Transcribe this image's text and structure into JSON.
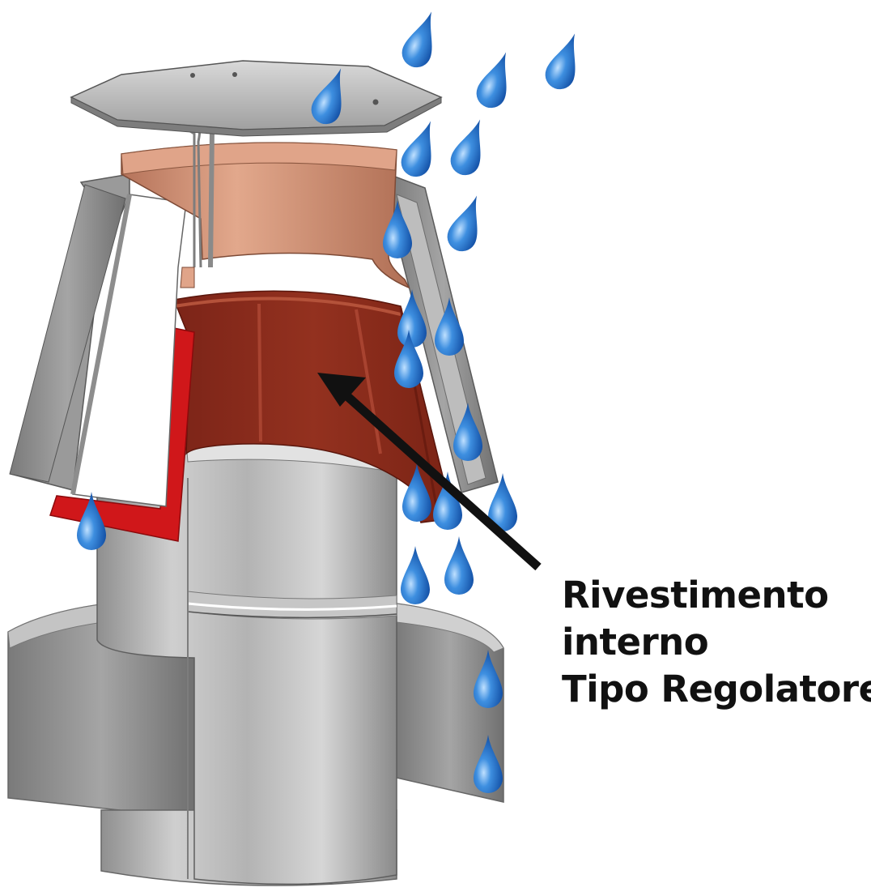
{
  "callout": {
    "line1": "Rivestimento",
    "line2": "interno",
    "line3": "Tipo Regolatore"
  },
  "colors": {
    "steel_light": "#d8d8d8",
    "steel_mid": "#a9a9a9",
    "steel_dark": "#6e6e6e",
    "copper": "#c98b6d",
    "liner_dark_red": "#8a2a1c",
    "liner_red": "#d0171a",
    "water_drop": "#2f7fd6",
    "arrow": "#111111"
  }
}
